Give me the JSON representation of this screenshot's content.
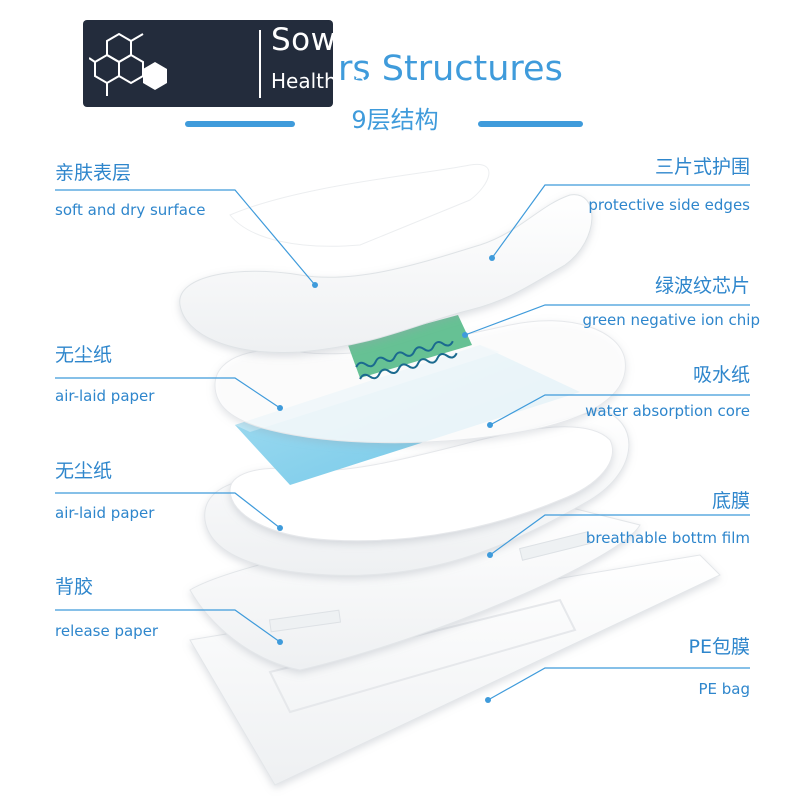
{
  "brand": {
    "name": "Sowin",
    "tagline": "Health care",
    "logo_icon": "hexagon-molecule-icon"
  },
  "heading": {
    "title_en": "rs Structures",
    "title_cn": "9层结构"
  },
  "layers": [
    {
      "cn": "亲肤表层",
      "en": "soft and dry surface"
    },
    {
      "cn": "三片式护围",
      "en": "protective side edges"
    },
    {
      "cn": "绿波纹芯片",
      "en": "green negative ion chip"
    },
    {
      "cn": "无尘纸",
      "en": "air-laid paper"
    },
    {
      "cn": "吸水纸",
      "en": "water absorption core"
    },
    {
      "cn": "无尘纸",
      "en": "air-laid paper"
    },
    {
      "cn": "底膜",
      "en": "breathable bottm film"
    },
    {
      "cn": "背胶",
      "en": "release paper"
    },
    {
      "cn": "PE包膜",
      "en": "PE bag"
    }
  ],
  "colors": {
    "accent": "#3f9bdb",
    "label_text": "#2e86cc",
    "logo_background": "#232c3c",
    "core_blue": "#7ccdea",
    "chip_green": "#5fb98a"
  }
}
